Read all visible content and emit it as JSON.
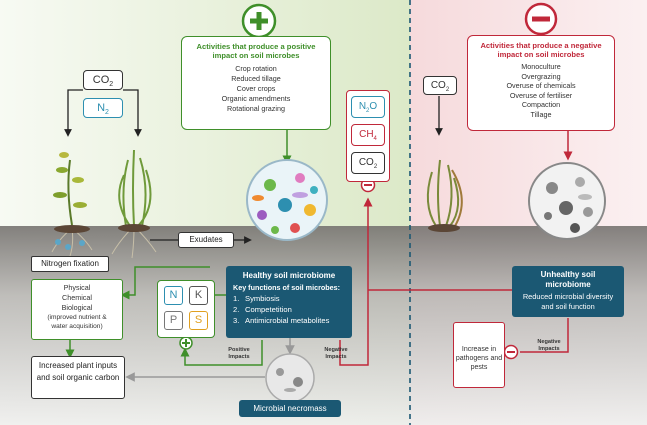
{
  "colors": {
    "positive": "#3f8f2a",
    "negative": "#c0283a",
    "teal": "#1b5873",
    "soil": "#6e6a66"
  },
  "icons": [
    "plus-icon",
    "minus-icon",
    "soil-microbiome-icon",
    "plant-icon",
    "necromass-icon",
    "pathogen-icon"
  ],
  "positive": {
    "title": "Activities that produce a positive impact on soil microbes",
    "items": [
      "Crop rotation",
      "Reduced tillage",
      "Cover crops",
      "Organic amendments",
      "Rotational grazing"
    ]
  },
  "negative": {
    "title": "Activities that produce a negative impact on soil microbes",
    "items": [
      "Monoculture",
      "Overgrazing",
      "Overuse of chemicals",
      "Overuse of fertiliser",
      "Compaction",
      "Tillage"
    ]
  },
  "gases": {
    "co2": "CO",
    "co2_sub": "2",
    "n2": "N",
    "n2_sub": "2",
    "n2o": "N",
    "n2o_mid": "2",
    "n2o_end": "O",
    "ch4": "CH",
    "ch4_sub": "4"
  },
  "exudates": "Exudates",
  "nitrogen_fixation": "Nitrogen fixation",
  "functions": {
    "lines": [
      "Physical",
      "Chemical",
      "Biological",
      "(improved nutrient &",
      "water acquisition)"
    ]
  },
  "nutrients": [
    "N",
    "K",
    "P",
    "S"
  ],
  "healthy": {
    "title": "Healthy soil microbiome",
    "subtitle": "Key functions of soil microbes:",
    "items": [
      "Symbiosis",
      "Competetition",
      "Antimicrobial metabolites"
    ]
  },
  "positive_impacts": "Positive Impacts",
  "negative_impacts": "Negative Impacts",
  "increased": "Increased plant inputs and soil organic carbon",
  "necromass": "Microbial necromass",
  "unhealthy": {
    "title": "Unhealthy soil microbiome",
    "text": "Reduced microbial diversity and soil function"
  },
  "pathogens": "Increase in pathogens and pests",
  "negative_impacts_right": "Negative Impacts"
}
